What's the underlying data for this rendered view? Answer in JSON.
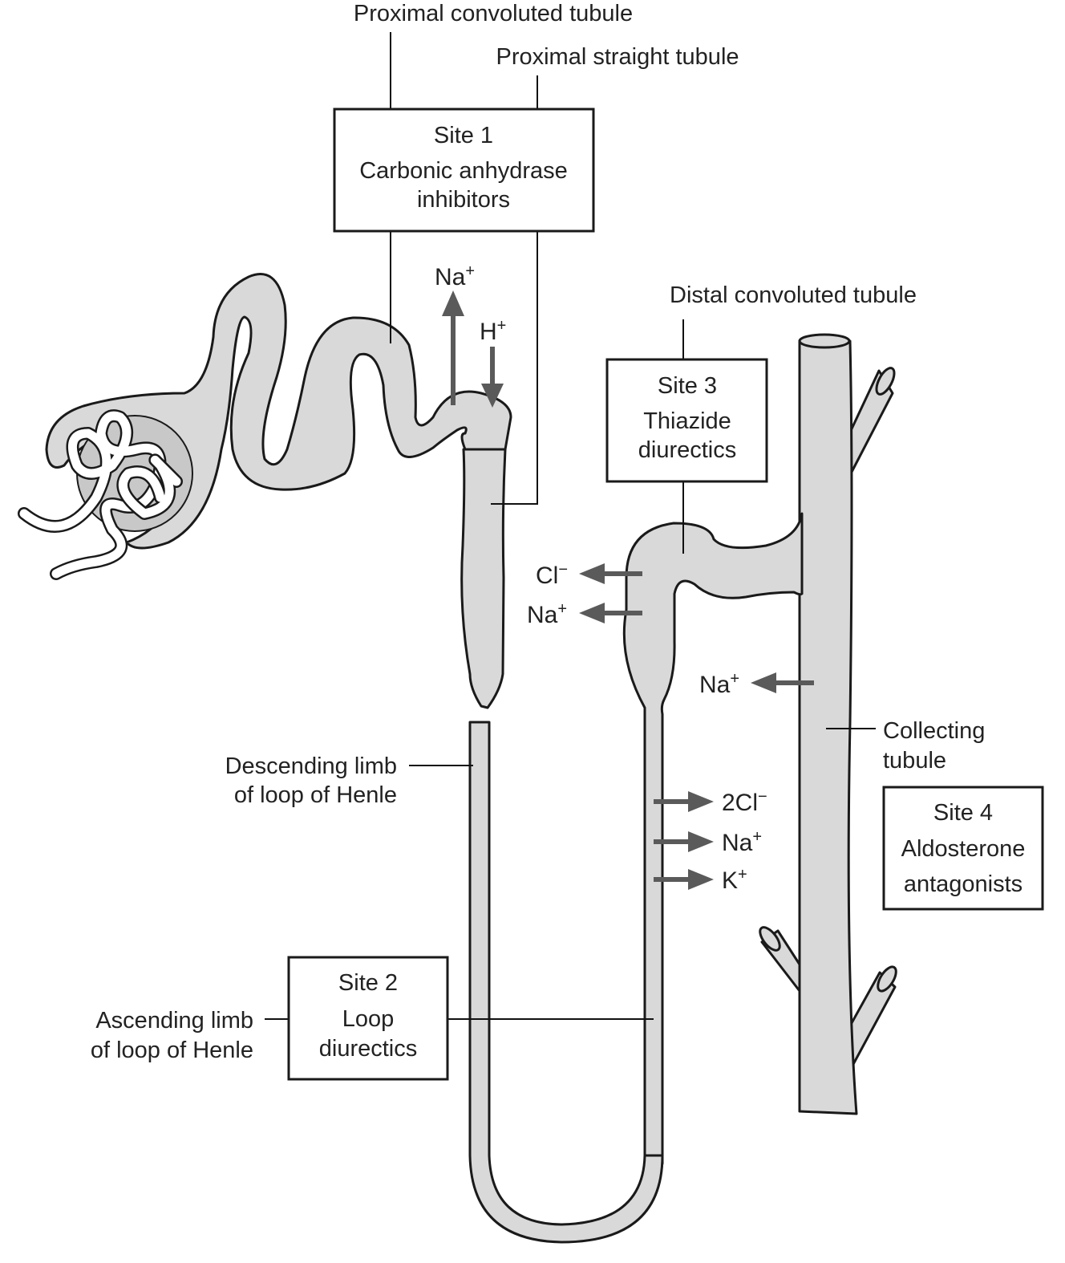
{
  "labels": {
    "proximal_convoluted": "Proximal convoluted tubule",
    "proximal_straight": "Proximal straight tubule",
    "distal_convoluted": "Distal convoluted tubule",
    "collecting_1": "Collecting",
    "collecting_2": "tubule",
    "descending_1": "Descending limb",
    "descending_2": "of loop of Henle",
    "ascending_1": "Ascending limb",
    "ascending_2": "of loop of Henle"
  },
  "sites": {
    "site1": {
      "title": "Site 1",
      "line1": "Carbonic anhydrase",
      "line2": "inhibitors"
    },
    "site2": {
      "title": "Site 2",
      "line1": "Loop",
      "line2": "diurectics"
    },
    "site3": {
      "title": "Site 3",
      "line1": "Thiazide",
      "line2": "diurectics"
    },
    "site4": {
      "title": "Site 4",
      "line1": "Aldosterone",
      "line2": "antagonists"
    }
  },
  "ions": {
    "na": "Na",
    "h": "H",
    "cl": "Cl",
    "k": "K",
    "two_cl": "2Cl",
    "plus": "+",
    "minus": "−"
  },
  "colors": {
    "tubule_fill": "#d9d9d9",
    "arrow": "#5a5a5a"
  }
}
